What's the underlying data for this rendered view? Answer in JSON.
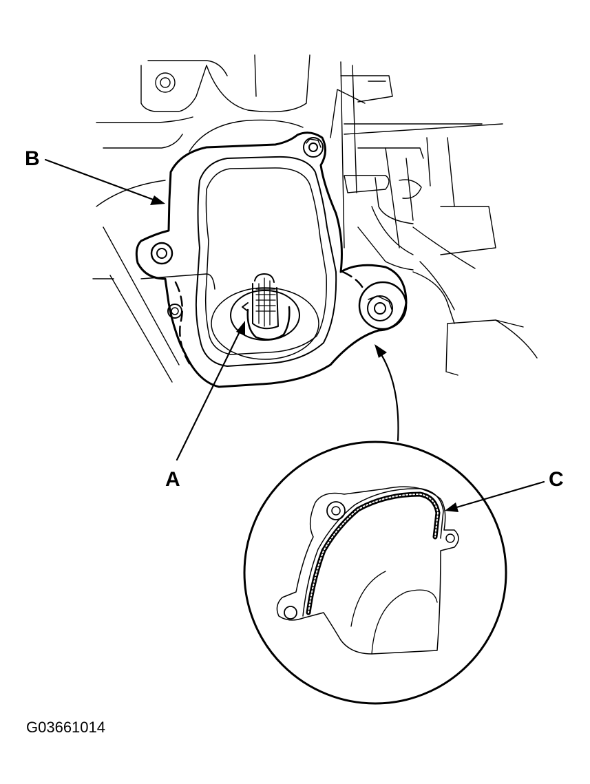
{
  "figure": {
    "id": "G03661014",
    "callouts": {
      "a": "A",
      "b": "B",
      "c": "C"
    }
  },
  "colors": {
    "ink": "#000000",
    "background": "#ffffff"
  }
}
